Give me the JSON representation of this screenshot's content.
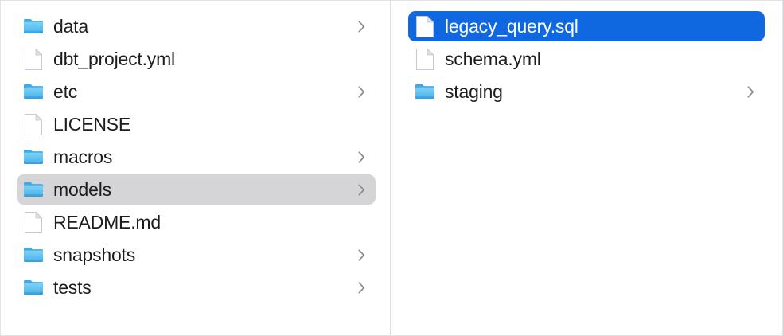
{
  "window": {
    "title": "Finder Column View",
    "view_mode": "column"
  },
  "colors": {
    "selection_active_bg": "#1068e0",
    "selection_active_text": "#ffffff",
    "selection_inactive_bg": "#d5d5d7",
    "text": "#1d1d1f",
    "folder_icon": "#53b9f0",
    "divider": "#e0e0e2",
    "background": "#ffffff",
    "chevron": "#8a8a8e"
  },
  "columns": [
    {
      "name": "parent-column",
      "items": [
        {
          "label": "data",
          "icon": "folder-icon",
          "kind": "folder",
          "chevron": true,
          "state": "normal"
        },
        {
          "label": "dbt_project.yml",
          "icon": "document-icon",
          "kind": "file",
          "chevron": false,
          "state": "normal"
        },
        {
          "label": "etc",
          "icon": "folder-icon",
          "kind": "folder",
          "chevron": true,
          "state": "normal"
        },
        {
          "label": "LICENSE",
          "icon": "document-icon",
          "kind": "file",
          "chevron": false,
          "state": "normal"
        },
        {
          "label": "macros",
          "icon": "folder-icon",
          "kind": "folder",
          "chevron": true,
          "state": "normal"
        },
        {
          "label": "models",
          "icon": "folder-icon",
          "kind": "folder",
          "chevron": true,
          "state": "selected-inactive"
        },
        {
          "label": "README.md",
          "icon": "document-icon",
          "kind": "file",
          "chevron": false,
          "state": "normal"
        },
        {
          "label": "snapshots",
          "icon": "folder-icon",
          "kind": "folder",
          "chevron": true,
          "state": "normal"
        },
        {
          "label": "tests",
          "icon": "folder-icon",
          "kind": "folder",
          "chevron": true,
          "state": "normal"
        }
      ]
    },
    {
      "name": "child-column",
      "items": [
        {
          "label": "legacy_query.sql",
          "icon": "document-icon",
          "kind": "file",
          "chevron": false,
          "state": "selected-active"
        },
        {
          "label": "schema.yml",
          "icon": "document-icon",
          "kind": "file",
          "chevron": false,
          "state": "normal"
        },
        {
          "label": "staging",
          "icon": "folder-icon",
          "kind": "folder",
          "chevron": true,
          "state": "normal"
        }
      ]
    }
  ]
}
